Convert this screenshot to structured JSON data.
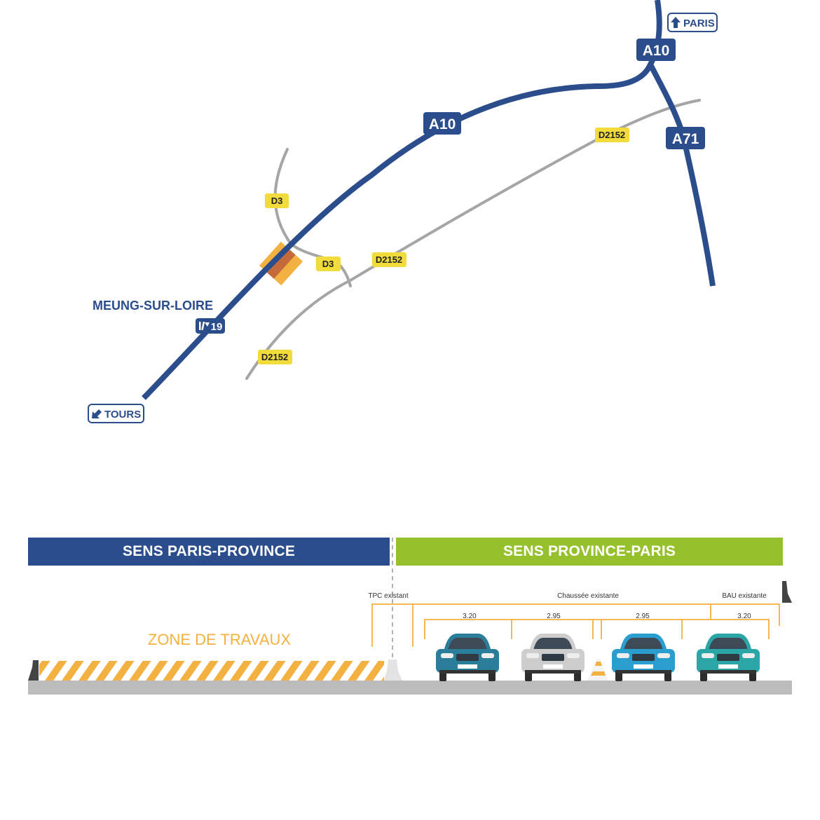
{
  "colors": {
    "motorway": "#2b4d8c",
    "secondary_road": "#a5a5a5",
    "road_label": "#f2dc3c",
    "works_zone": "#f3b141",
    "paris_province": "#2b4d8c",
    "province_paris": "#97c12c",
    "ground": "#bcbcbc"
  },
  "map": {
    "motorway_labels": [
      "A10",
      "A10",
      "A71"
    ],
    "secondary_labels": [
      "D3",
      "D3",
      "D2152",
      "D2152",
      "D2152"
    ],
    "town": "MEUNG-SUR-LOIRE",
    "exit_number": "19",
    "directions": {
      "north": "PARIS",
      "southwest": "TOURS"
    }
  },
  "cross_section": {
    "left_header": "SENS PARIS-PROVINCE",
    "right_header": "SENS PROVINCE-PARIS",
    "works_label": "ZONE DE TRAVAUX",
    "labels": {
      "tpc": "TPC existant",
      "chaussee": "Chaussée existante",
      "bau": "BAU existante"
    },
    "lane_widths": [
      "3.20",
      "2.95",
      "2.95",
      "3.20"
    ],
    "cars": [
      {
        "name": "car-dark-teal",
        "color": "#2a7e9a"
      },
      {
        "name": "car-silver",
        "color": "#cdcdcd"
      },
      {
        "name": "car-light-blue",
        "color": "#2a9fcf"
      },
      {
        "name": "car-teal",
        "color": "#2aa6a6"
      }
    ]
  }
}
